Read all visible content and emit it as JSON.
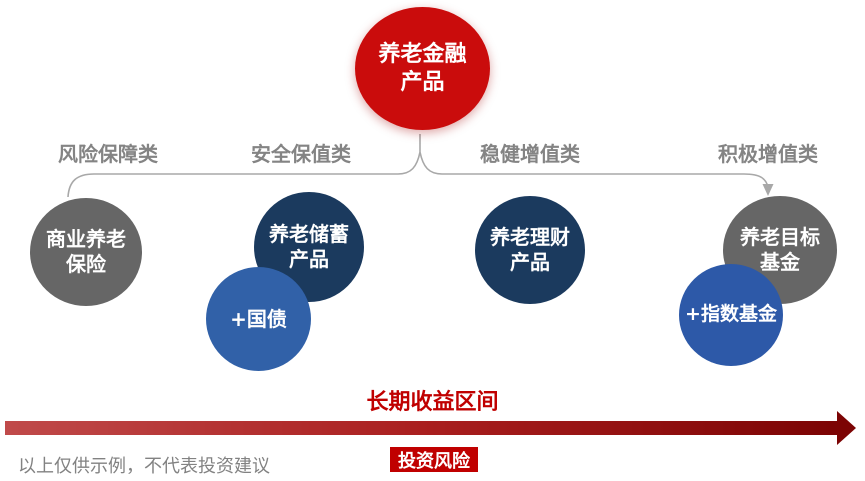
{
  "root": {
    "line1": "养老金融",
    "line2": "产品"
  },
  "categories": [
    {
      "label": "风险保障类"
    },
    {
      "label": "安全保值类"
    },
    {
      "label": "稳健增值类"
    },
    {
      "label": "积极增值类"
    }
  ],
  "products": [
    {
      "line1": "商业养老",
      "line2": "保险"
    },
    {
      "line1": "养老储蓄",
      "line2": "产品"
    },
    {
      "line1": "养老理财",
      "line2": "产品"
    },
    {
      "line1": "养老目标",
      "line2": "基金"
    }
  ],
  "addons": [
    {
      "label": "+国债"
    },
    {
      "label": "+指数基金"
    }
  ],
  "axis": {
    "return_label": "长期收益区间",
    "risk_label": "投资风险"
  },
  "disclaimer": "以上仅供示例，不代表投资建议",
  "colors": {
    "root_red": "#ca0c0c",
    "gray_circle": "#666666",
    "navy_circle": "#1b3a5e",
    "blue_circle": "#3161a8",
    "category_label": "#848484",
    "connector": "#a8a8a8",
    "accent_red": "#c00000",
    "arrow_start": "#c04a4a",
    "arrow_mid": "#aa1f1f",
    "arrow_end": "#7c0404"
  }
}
